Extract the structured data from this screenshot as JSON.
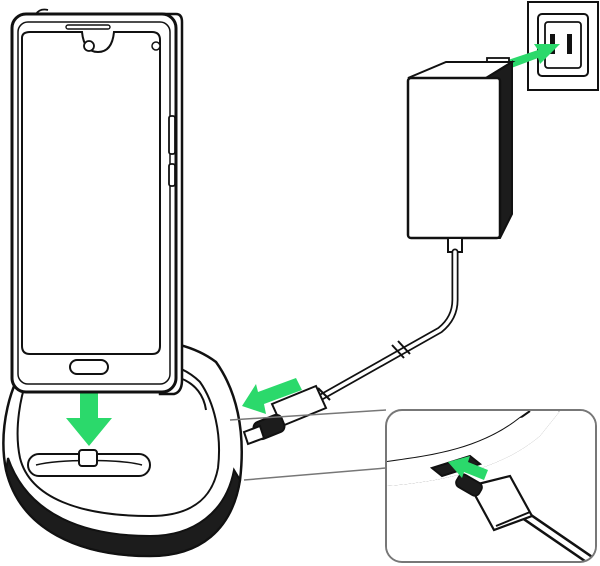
{
  "figure": {
    "subject": "phone-charging-stand-connection",
    "components": [
      "smartphone",
      "charging-stand",
      "ac-adapter",
      "usb-type-c-cable",
      "wall-outlet",
      "inset-detail"
    ],
    "colors": {
      "outline": "#111111",
      "fill": "#ffffff",
      "base-dark": "#1c1c1c",
      "arrow": "#2bd96b",
      "inset-border": "#777777",
      "shading": "#d9d9d9"
    },
    "icons": [
      "insert-down-arrow",
      "insert-left-arrow",
      "plug-in-arrow",
      "inset-arrow"
    ]
  }
}
